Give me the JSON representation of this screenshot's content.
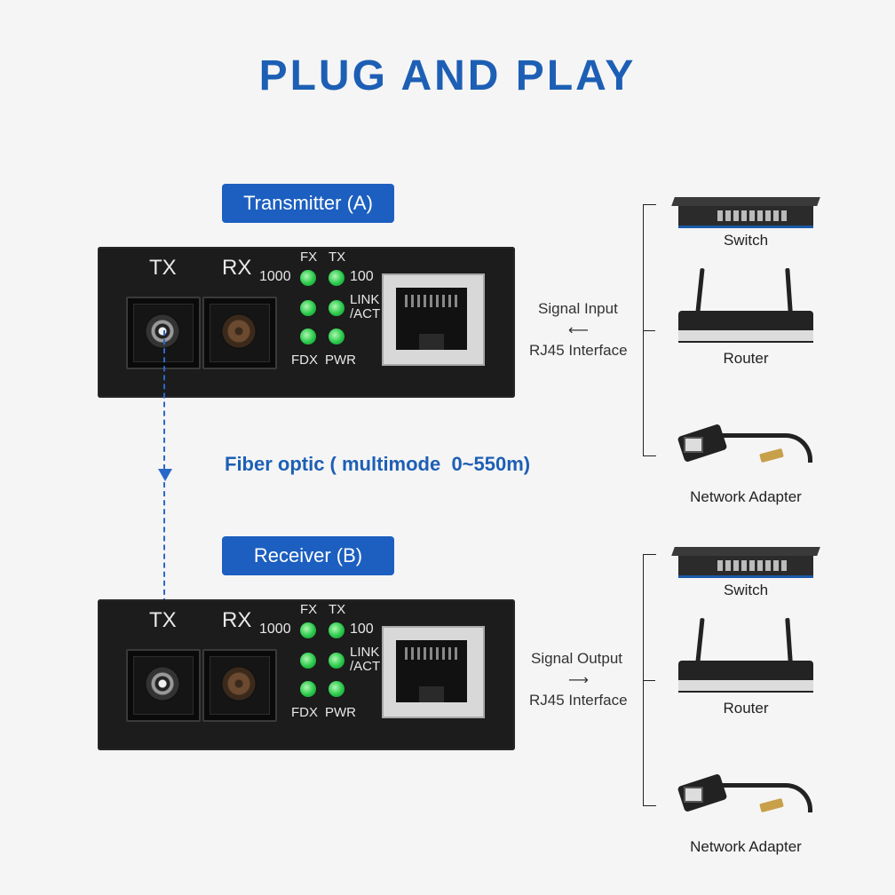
{
  "title": "PLUG AND PLAY",
  "fiber_label": "Fiber optic ( multimode  0~550m)",
  "units": [
    {
      "badge": "Transmitter (A)",
      "ports": {
        "tx": "TX",
        "rx": "RX"
      },
      "leds": {
        "fx": "FX",
        "tx": "TX",
        "speed_1000": "1000",
        "speed_100": "100",
        "link": "LINK",
        "act": "/ACT",
        "fdx": "FDX",
        "pwr": "PWR"
      },
      "signal_label": "Signal Input",
      "signal_arrow": "⟵",
      "interface_label": "RJ45 Interface",
      "devices": [
        "Switch",
        "Router",
        "Network Adapter"
      ]
    },
    {
      "badge": "Receiver (B)",
      "ports": {
        "tx": "TX",
        "rx": "RX"
      },
      "leds": {
        "fx": "FX",
        "tx": "TX",
        "speed_1000": "1000",
        "speed_100": "100",
        "link": "LINK",
        "act": "/ACT",
        "fdx": "FDX",
        "pwr": "PWR"
      },
      "signal_label": "Signal Output",
      "signal_arrow": "⟶",
      "interface_label": "RJ45 Interface",
      "devices": [
        "Switch",
        "Router",
        "Network Adapter"
      ]
    }
  ],
  "colors": {
    "accent": "#1d5fb5",
    "badge": "#1c5fc0",
    "led": "#28c94a",
    "device": "#1c1c1c"
  },
  "icons": [
    "switch-icon",
    "router-icon",
    "network-adapter-icon",
    "rj45-port-icon",
    "sc-port-icon"
  ]
}
